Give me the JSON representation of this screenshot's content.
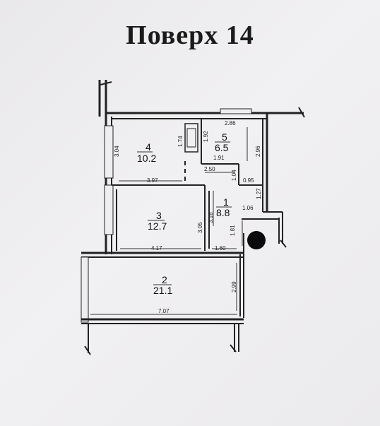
{
  "title": "Поверх  14",
  "rooms": [
    {
      "num": "1",
      "area": "8.8"
    },
    {
      "num": "2",
      "area": "21.1"
    },
    {
      "num": "3",
      "area": "12.7"
    },
    {
      "num": "4",
      "area": "10.2"
    },
    {
      "num": "5",
      "area": "6.5"
    }
  ],
  "dimensions": {
    "d_2_86": "2.86",
    "d_1_74": "1.74",
    "d_1_92": "1.92",
    "d_3_04": "3.04",
    "d_2_96": "2.96",
    "d_1_91": "1.91",
    "d_1_04": "1.04",
    "d_2_50": "2.50",
    "d_0_95": "0.95",
    "d_3_97": "3.97",
    "d_1_27": "1.27",
    "d_1_06": "1.06",
    "d_3_05": "3.05",
    "d_3_16": "3.16",
    "d_1_81": "1.81",
    "d_4_17": "4.17",
    "d_1_60": "1.60",
    "d_2_99": "2.99",
    "d_7_07": "7.07"
  },
  "colors": {
    "paper": "#eeedef",
    "ink": "#222222"
  }
}
